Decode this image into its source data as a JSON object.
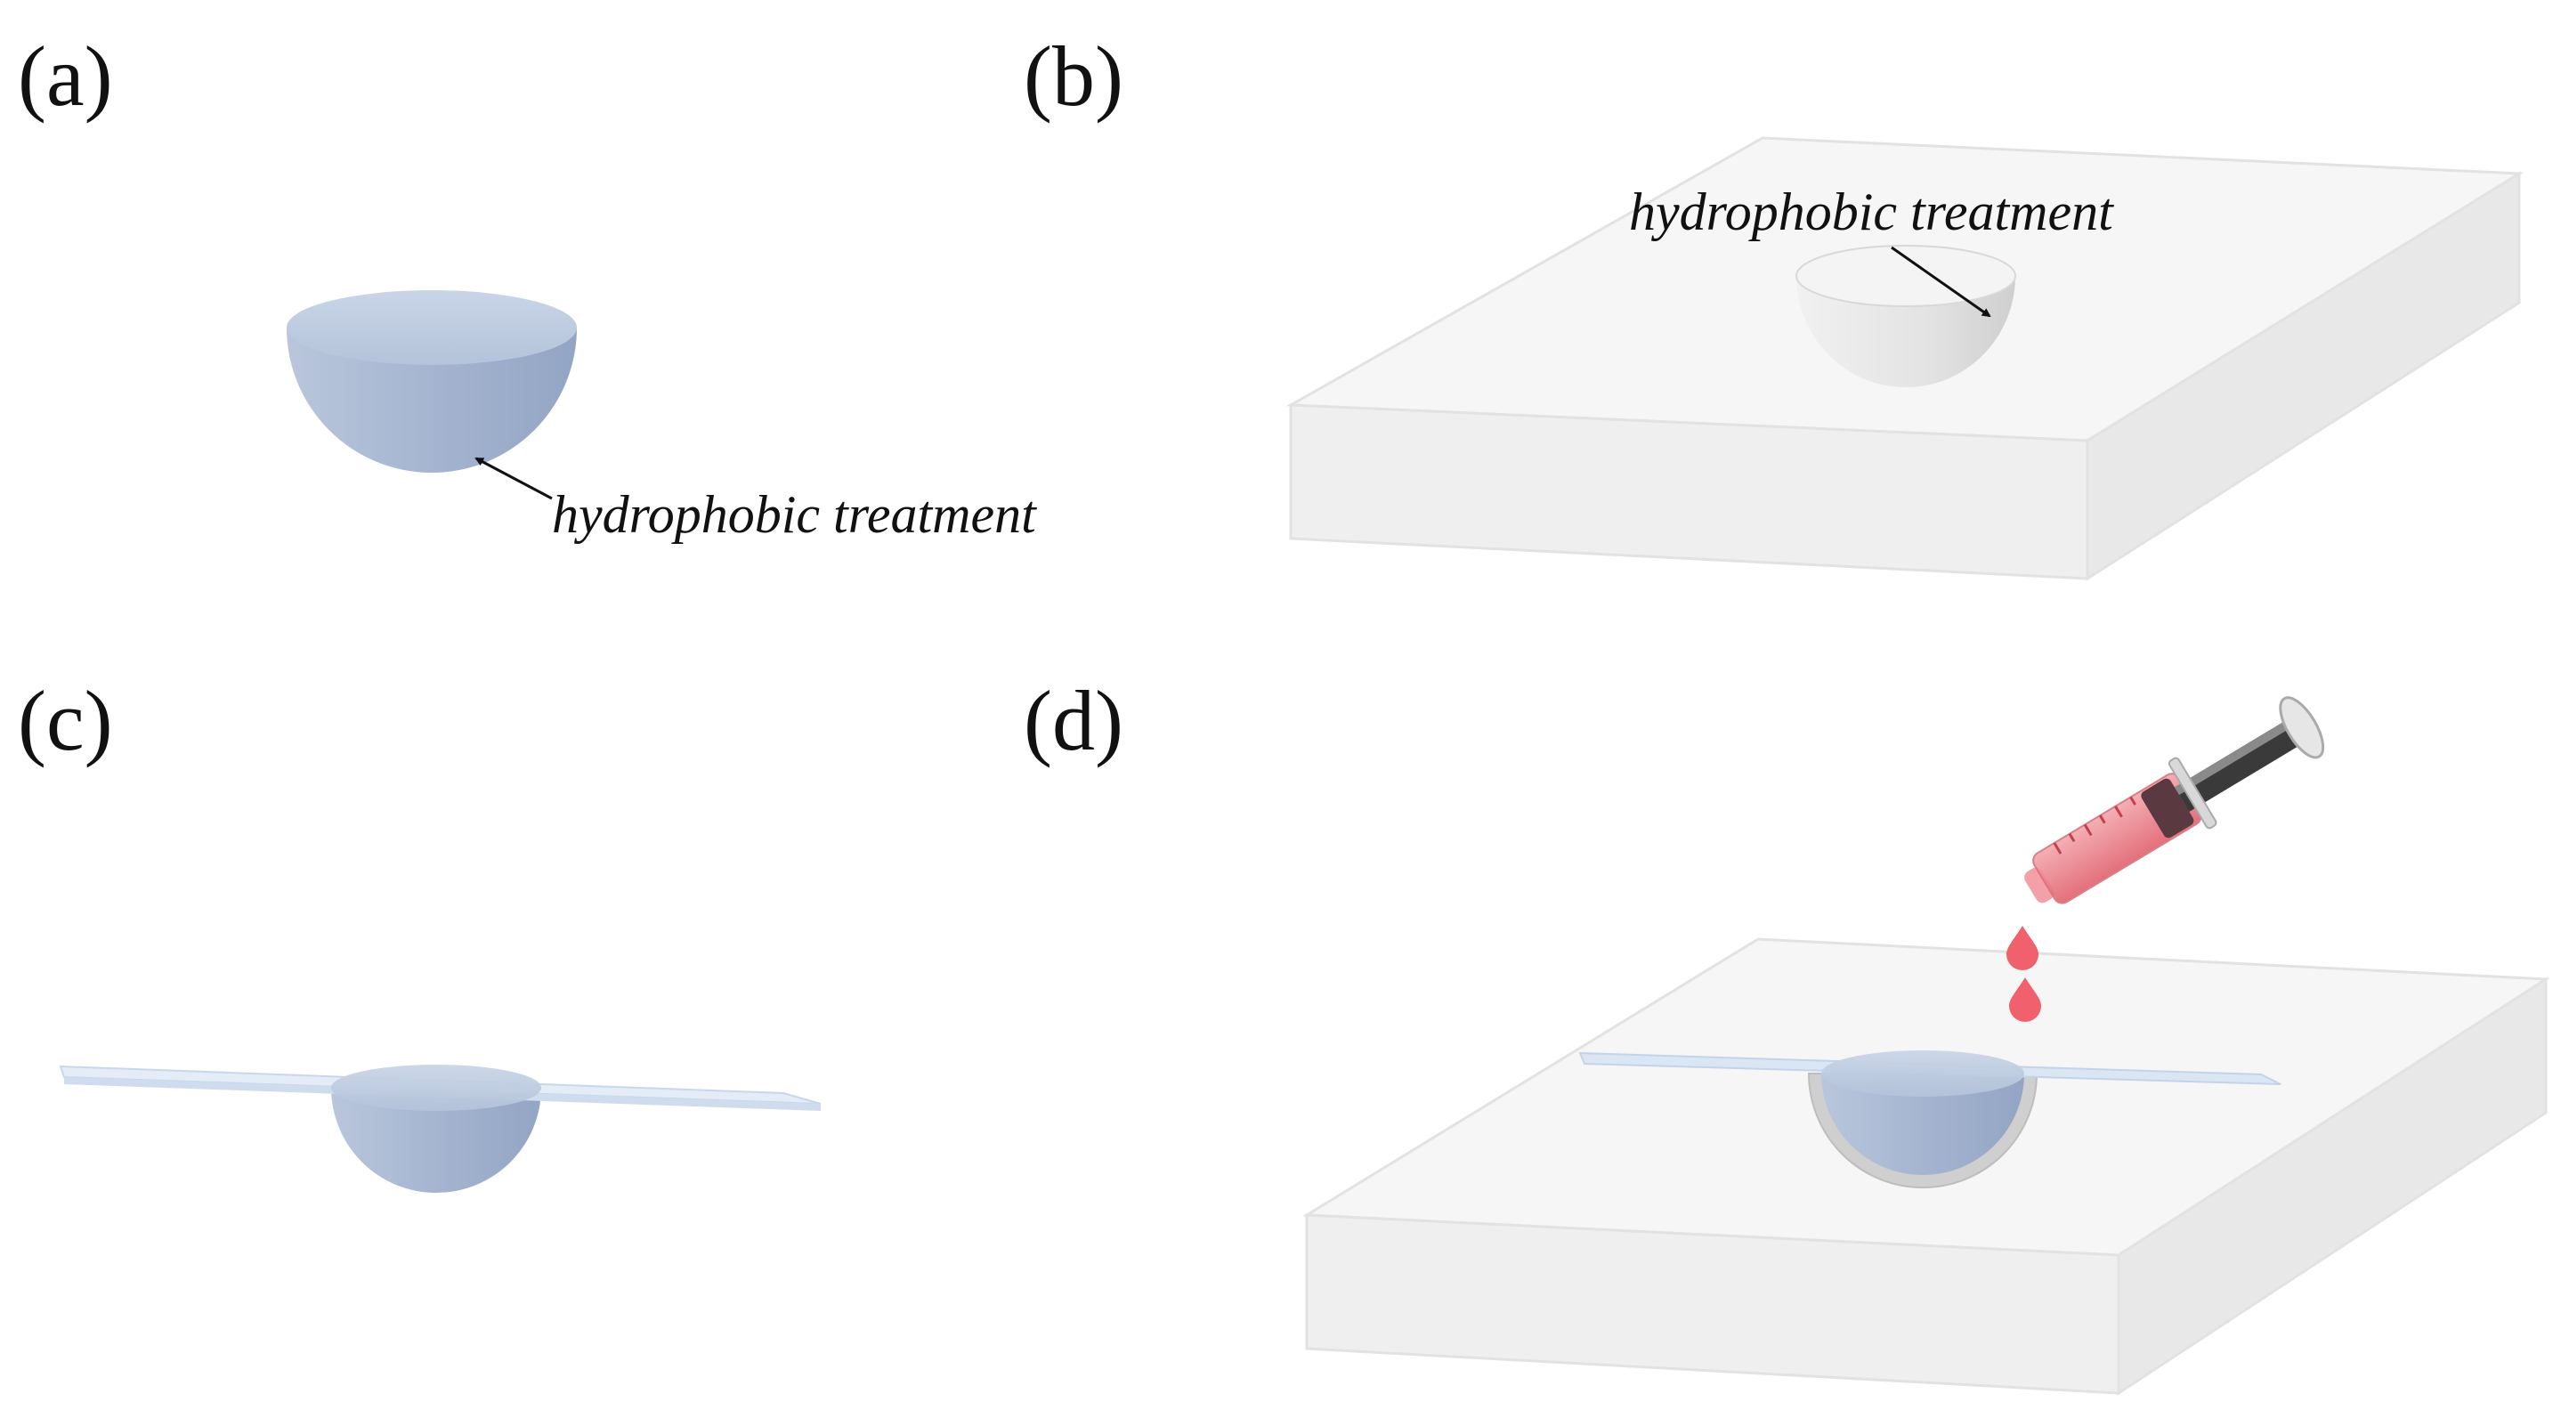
{
  "panels": [
    {
      "label": "(a)",
      "annotation": "hydrophobic treatment"
    },
    {
      "label": "(b)",
      "annotation": "hydrophobic treatment"
    },
    {
      "label": "(c)"
    },
    {
      "label": "(d)"
    }
  ],
  "colors": {
    "hemisphere_blue": "#a9b9d3",
    "hemisphere_blue_top": "#c2cfe3",
    "mold_block": "#f2f2f2",
    "mold_edge": "#d9d9d9",
    "mold_cavity": "#dcdcdc",
    "glass_slide": "#dbe6f4",
    "blood_drop": "#f0616d",
    "syringe_barrel": "#e87a84"
  }
}
